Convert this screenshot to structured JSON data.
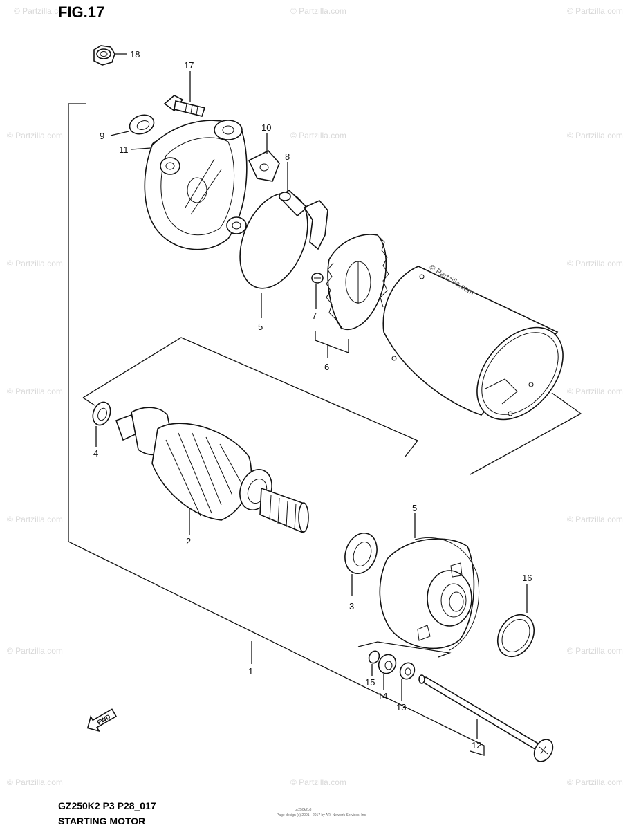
{
  "figure": "FIG.17",
  "footer": {
    "model": "GZ250K2 P3 P28_017",
    "name": "STARTING MOTOR",
    "small_code": "gz250k2p3",
    "copyright": "Page design (c) 2001 - 2017 by ARI Network Services, Inc."
  },
  "watermark": "© Partzilla.com",
  "fwd_label": "FWD",
  "callouts": {
    "c1": "1",
    "c2": "2",
    "c3": "3",
    "c4": "4",
    "c5a": "5",
    "c5b": "5",
    "c6": "6",
    "c7": "7",
    "c8": "8",
    "c9": "9",
    "c10": "10",
    "c11": "11",
    "c12": "12",
    "c13": "13",
    "c14": "14",
    "c15": "15",
    "c16": "16",
    "c17": "17",
    "c18": "18"
  }
}
